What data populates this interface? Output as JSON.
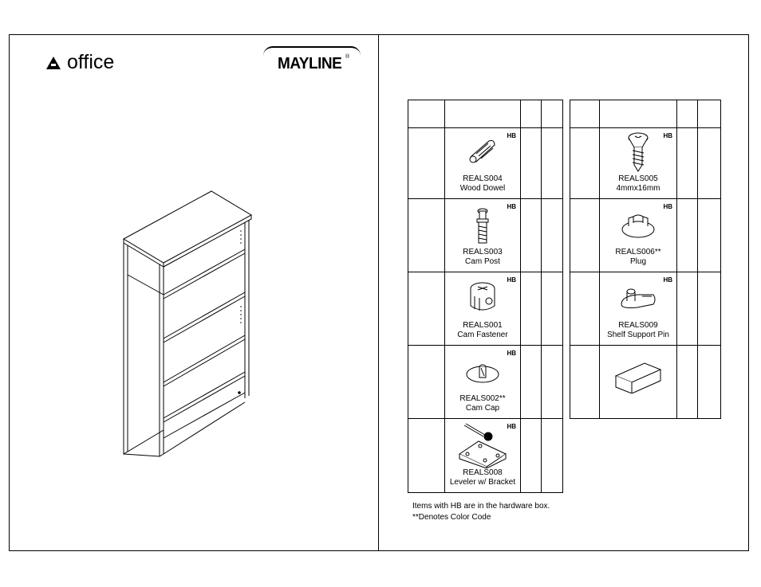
{
  "brand": {
    "left_logo": "office",
    "right_logo": "MAYLINE",
    "registered": "®"
  },
  "table_left": {
    "rows": [
      {
        "hb": "HB",
        "code": "REALS004",
        "name": "Wood Dowel",
        "icon": "wood-dowel-icon"
      },
      {
        "hb": "HB",
        "code": "REALS003",
        "name": "Cam Post",
        "icon": "cam-post-icon"
      },
      {
        "hb": "HB",
        "code": "REALS001",
        "name": "Cam Fastener",
        "icon": "cam-fastener-icon"
      },
      {
        "hb": "HB",
        "code": "REALS002**",
        "name": "Cam  Cap",
        "icon": "cam-cap-icon"
      },
      {
        "hb": "HB",
        "code": "REALS008",
        "name": "Leveler w/ Bracket",
        "icon": "leveler-bracket-icon"
      }
    ]
  },
  "table_right": {
    "rows": [
      {
        "hb": "HB",
        "code": "REALS005",
        "name": "4mmx16mm",
        "icon": "screw-icon"
      },
      {
        "hb": "HB",
        "code": "REALS006**",
        "name": "Plug",
        "icon": "plug-icon"
      },
      {
        "hb": "HB",
        "code": "REALS009",
        "name": "Shelf  Support  Pin",
        "icon": "shelf-pin-icon"
      },
      {
        "hb": "",
        "code": "",
        "name": "",
        "icon": "box-icon"
      }
    ]
  },
  "notes": {
    "line1": "Items with HB are in the hardware box.",
    "line2": "**Denotes Color Code"
  }
}
